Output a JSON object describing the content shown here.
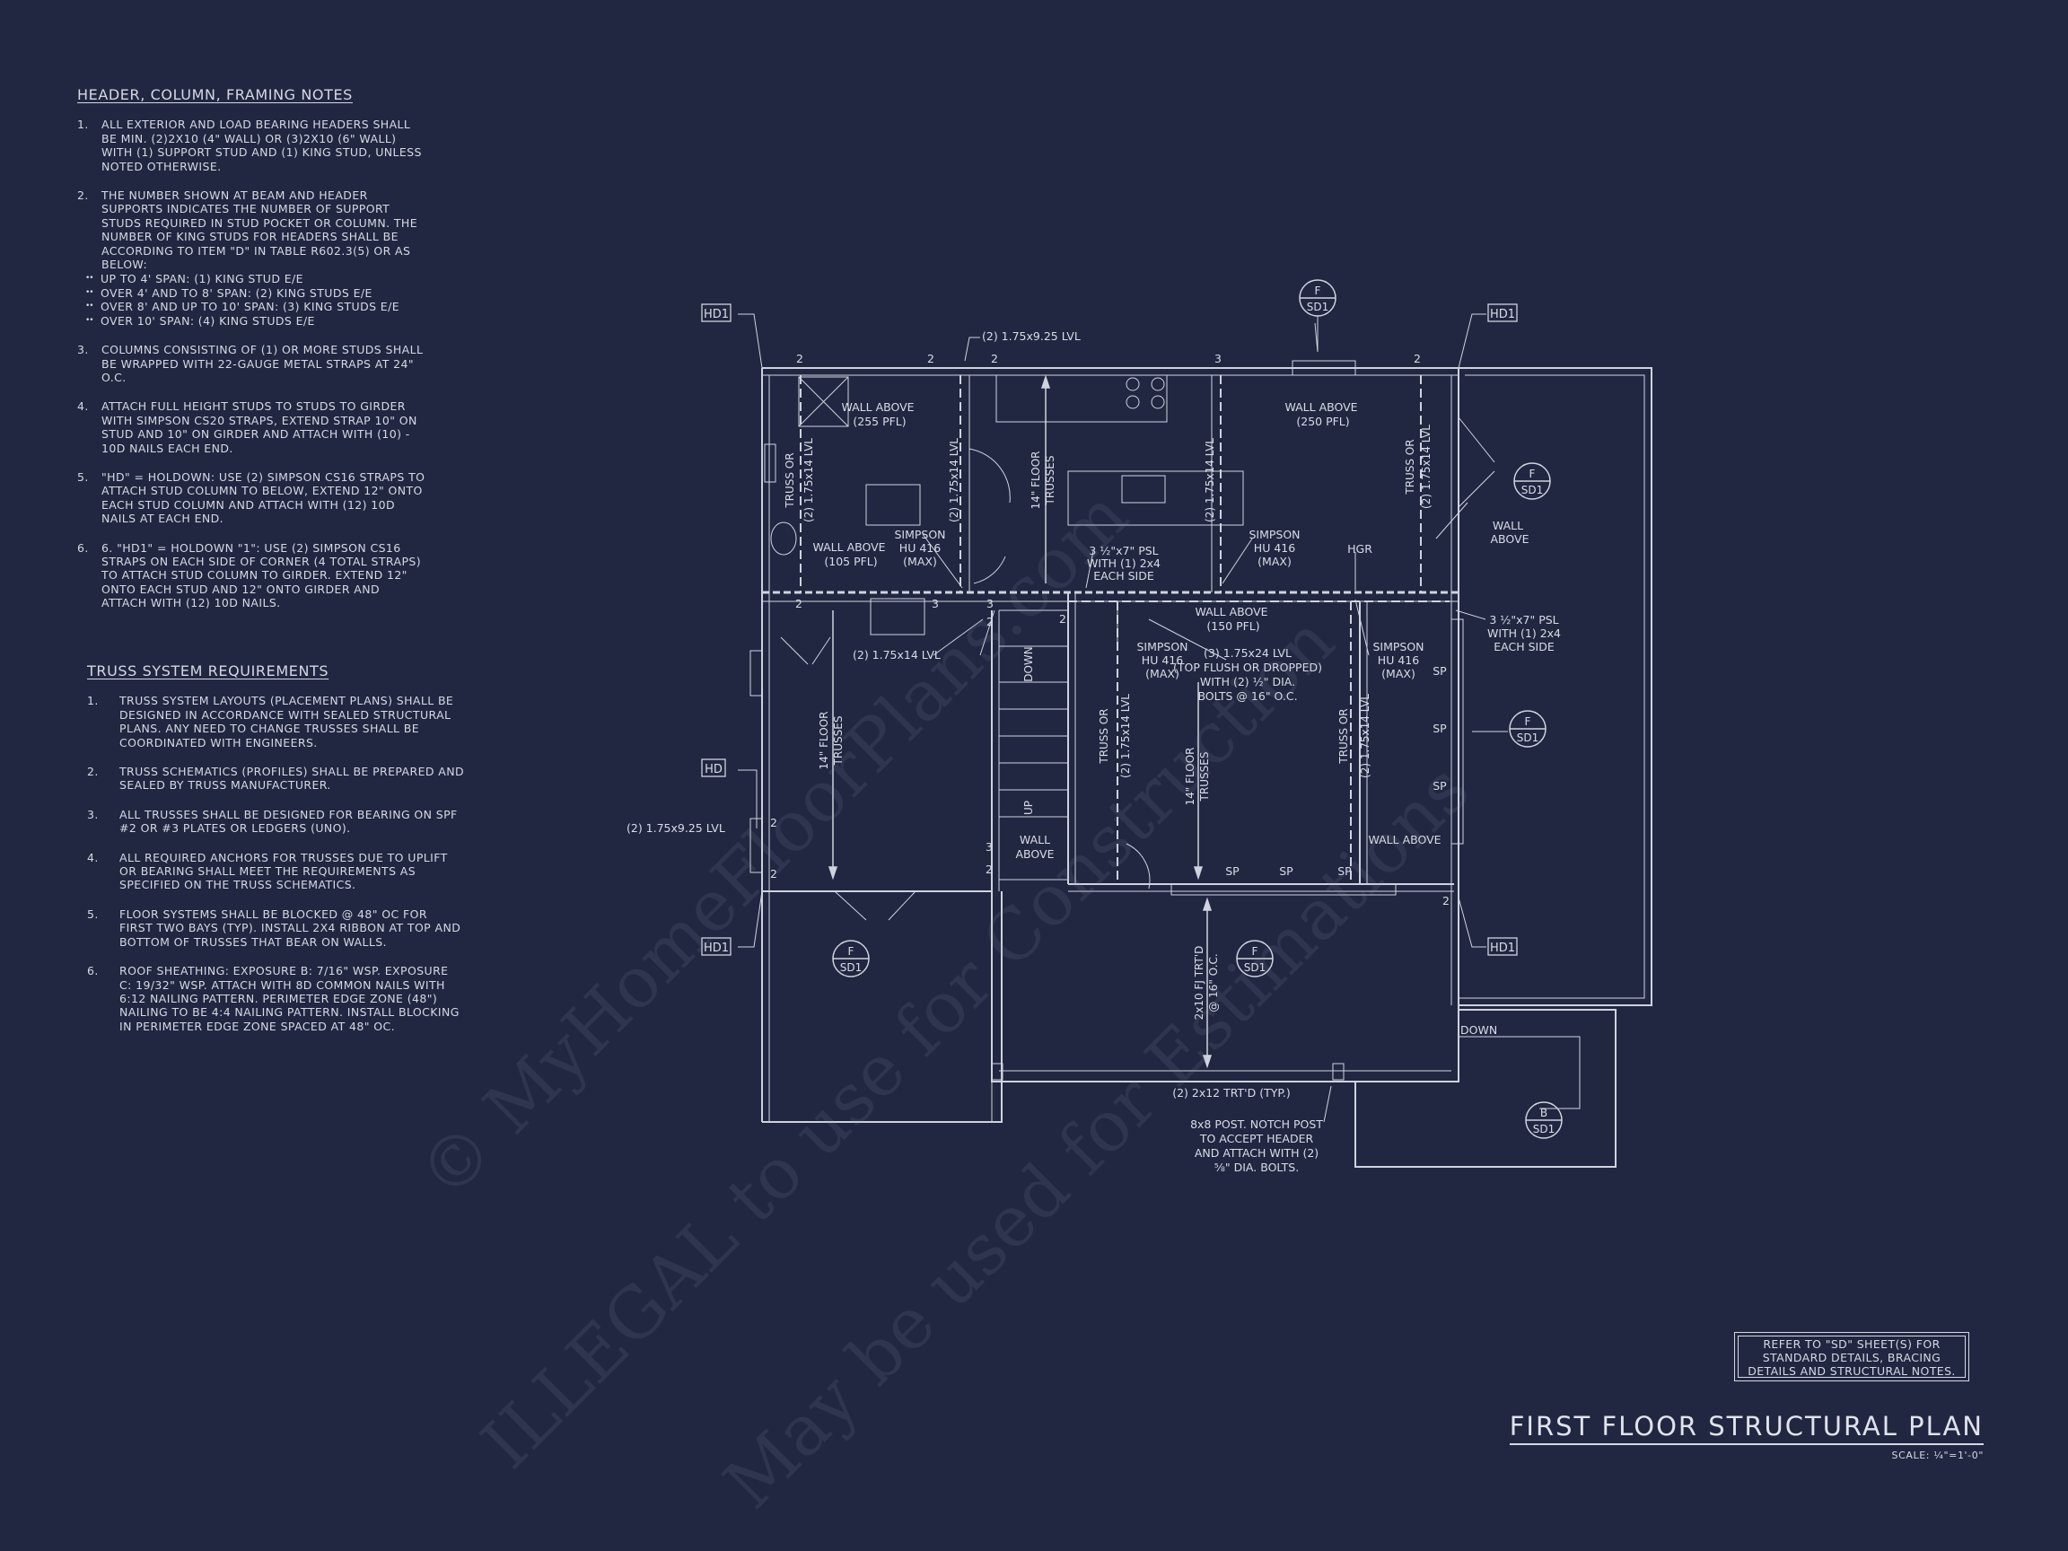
{
  "notes_header": {
    "title": "HEADER, COLUMN, FRAMING NOTES",
    "items": [
      {
        "num": "1.",
        "text": "ALL EXTERIOR AND LOAD BEARING HEADERS SHALL BE MIN. (2)2x10 (4\" WALL) OR (3)2x10 (6\" WALL) WITH (1) SUPPORT STUD AND (1) KING STUD, UNLESS NOTED OTHERWISE."
      },
      {
        "num": "2.",
        "text": "THE NUMBER SHOWN AT BEAM AND HEADER SUPPORTS INDICATES THE NUMBER OF SUPPORT STUDS REQUIRED IN STUD POCKET OR COLUMN. THE NUMBER OF KING STUDS FOR HEADERS SHALL BE ACCORDING TO ITEM \"d\" IN TABLE R602.3(5) OR AS BELOW:",
        "subs": [
          {
            "bullet": "••",
            "text": "UP TO 4' SPAN: (1) KING STUD E/E"
          },
          {
            "bullet": "••",
            "text": "OVER 4' AND TO 8' SPAN: (2) KING STUDS E/E"
          },
          {
            "bullet": "••",
            "text": "OVER 8' AND UP TO 10' SPAN: (3) KING STUDS E/E"
          },
          {
            "bullet": "••",
            "text": "OVER 10' SPAN: (4) KING STUDS E/E"
          }
        ]
      },
      {
        "num": "3.",
        "text": "COLUMNS CONSISTING OF (1) OR MORE STUDS SHALL BE WRAPPED WITH 22-GAUGE METAL STRAPS AT 24\" O.C."
      },
      {
        "num": "4.",
        "text": "ATTACH FULL HEIGHT STUDS TO STUDS TO GIRDER WITH SIMPSON CS20 STRAPS, EXTEND STRAP 10\" ON STUD AND 10\" ON GIRDER AND ATTACH WITH (10) - 10d NAILS EACH END."
      },
      {
        "num": "5.",
        "text": "\"HD\" = HOLDOWN: USE (2) SIMPSON CS16 STRAPS TO ATTACH STUD COLUMN TO BELOW, EXTEND 12\" ONTO EACH STUD COLUMN AND ATTACH WITH (12) 10d NAILS AT EACH END."
      },
      {
        "num": "6.",
        "text": "6. \"HD1\" = HOLDOWN \"1\": USE (2) SIMPSON CS16 STRAPS ON EACH SIDE OF CORNER (4 TOTAL STRAPS) TO ATTACH STUD COLUMN TO GIRDER. EXTEND 12\" ONTO EACH STUD AND 12\" ONTO GIRDER AND ATTACH WITH (12) 10d NAILS."
      }
    ]
  },
  "notes_truss": {
    "title": "TRUSS SYSTEM REQUIREMENTS",
    "items": [
      {
        "num": "1.",
        "text": "TRUSS SYSTEM LAYOUTS (PLACEMENT PLANS) SHALL BE DESIGNED IN ACCORDANCE WITH SEALED STRUCTURAL PLANS. ANY NEED TO CHANGE TRUSSES SHALL BE COORDINATED WITH ENGINEERS."
      },
      {
        "num": "2.",
        "text": "TRUSS SCHEMATICS (PROFILES) SHALL BE PREPARED AND SEALED BY TRUSS MANUFACTURER."
      },
      {
        "num": "3.",
        "text": "ALL TRUSSES SHALL BE DESIGNED FOR BEARING ON SPF #2 OR #3 PLATES OR LEDGERS (UNO)."
      },
      {
        "num": "4.",
        "text": "ALL REQUIRED ANCHORS FOR TRUSSES DUE TO UPLIFT OR BEARING SHALL MEET THE REQUIREMENTS AS SPECIFIED ON THE TRUSS SCHEMATICS."
      },
      {
        "num": "5.",
        "text": "FLOOR SYSTEMS SHALL BE BLOCKED @ 48\" OC FOR FIRST TWO BAYS (TYP). INSTALL 2X4 RIBBON AT TOP AND BOTTOM OF TRUSSES THAT BEAR ON WALLS."
      },
      {
        "num": "6.",
        "text": "ROOF SHEATHING: EXPOSURE B: 7/16\" WSP. EXPOSURE C: 19/32\" WSP. ATTACH WITH 8d COMMON NAILS WITH 6:12 NAILING PATTERN. PERIMETER EDGE ZONE (48\") NAILING TO BE 4:4 NAILING PATTERN. INSTALL BLOCKING IN PERIMETER EDGE ZONE SPACED AT 48\" OC."
      }
    ]
  },
  "refer_note": {
    "line1": "REFER TO \"SD\" SHEET(S) FOR",
    "line2": "STANDARD DETAILS, BRACING",
    "line3": "DETAILS AND STRUCTURAL NOTES."
  },
  "title_block": {
    "title": "FIRST FLOOR STRUCTURAL PLAN",
    "scale": "SCALE: ¼\"=1'-0\""
  },
  "watermark": {
    "line1": "© MyHomeFloorPlans.com",
    "line2": "ILLEGAL to use for Construction",
    "line3": "May be used for Estimations"
  },
  "plan_labels": {
    "hd1": "HD1",
    "hd": "HD",
    "lvl_925": "(2) 1.75x9.25 LVL",
    "lvl_14": "(2) 1.75x14 LVL",
    "lvl_24": "(3) 1.75x24 LVL",
    "lvl_24_note1": "(TOP FLUSH OR DROPPED)",
    "lvl_24_note2": "WITH (2) ½\" DIA.",
    "lvl_24_note3": "BOLTS @ 16\" O.C.",
    "wall_above": "WALL ABOVE",
    "wall": "WALL",
    "above": "ABOVE",
    "pfl_250": "(250 PFL)",
    "pfl_150": "(150 PFL)",
    "pfl_105": "(105 PFL)",
    "pfl_255": "(255 PFL)",
    "simpson": "SIMPSON",
    "hu416": "HU 416",
    "max": "(MAX)",
    "hgr": "HGR",
    "psl": "3 ½\"x7\" PSL",
    "psl2": "WITH (1) 2x4",
    "each_side": "EACH SIDE",
    "floor_trusses_1": "14\" FLOOR",
    "floor_trusses_2": "TRUSSES",
    "truss_or": "TRUSS OR",
    "fj_1": "2x10 FJ TRT'D",
    "fj_2": "@ 16\" O.C.",
    "down": "DOWN",
    "up": "UP",
    "sp": "SP",
    "trtd": "(2) 2x12 TRT'D (TYP.)",
    "post1": "8x8 POST. NOTCH POST",
    "post2": "TO ACCEPT HEADER",
    "post3": "AND ATTACH WITH (2)",
    "post4": "⅝\" DIA. BOLTS.",
    "sec_f": "F",
    "sec_b": "B",
    "sdi": "SD1",
    "n2": "2",
    "n3": "3"
  }
}
